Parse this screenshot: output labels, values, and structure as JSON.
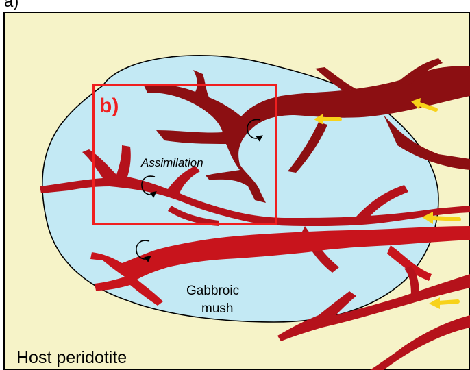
{
  "figure": {
    "panel_label": "a)",
    "panel_caption": "",
    "inset_label": "b)",
    "labels": {
      "host": "Host peridotite",
      "mush_line1": "Gabbroic",
      "mush_line2": "mush",
      "process": "Assimilation"
    }
  },
  "colors": {
    "background": "#f6f3c8",
    "mush": "#c3e9f4",
    "channel_dark": "#8c0f12",
    "channel_mid": "#b5121b",
    "channel_light": "#c8141c",
    "arrow": "#f7d21a",
    "inset_box": "#f01f1f",
    "outline": "#000000"
  },
  "icons": [
    "flow-arrow-icon",
    "rotation-arrow-icon"
  ]
}
